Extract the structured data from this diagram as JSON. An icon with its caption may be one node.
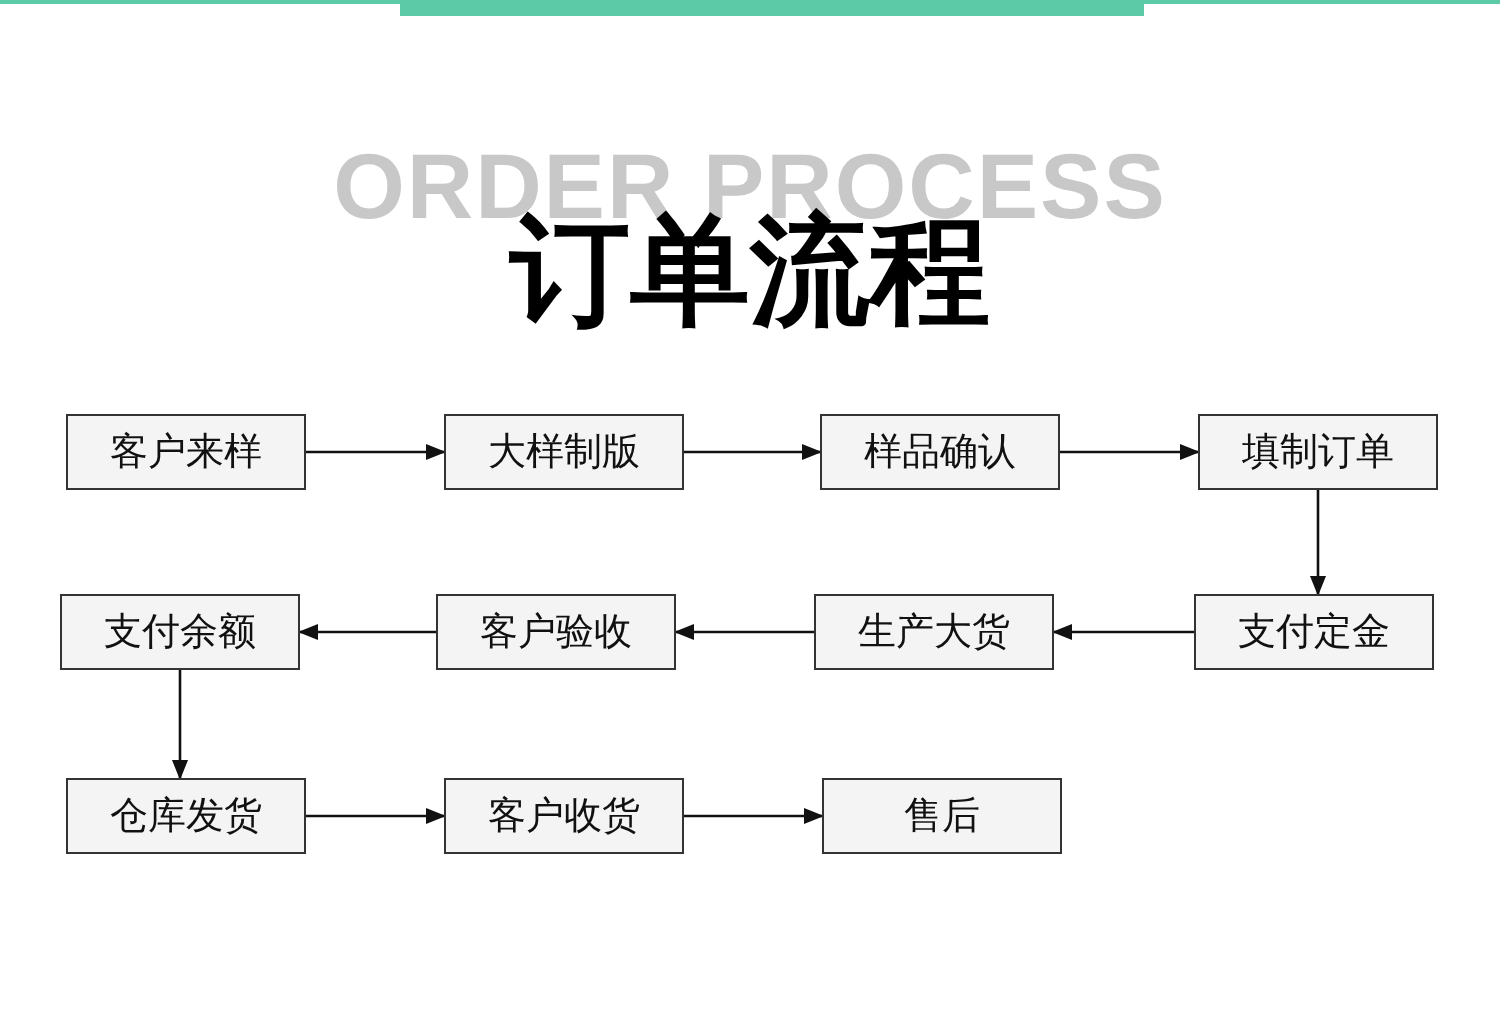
{
  "diagram": {
    "title": "订单流程",
    "nodes": [
      {
        "text": [
          "客户来样"
        ]
      },
      {
        "text": [
          "大样制版"
        ]
      },
      {
        "text": [
          "样品确认"
        ]
      },
      {
        "text": [
          "填制订单"
        ]
      },
      {
        "text": [
          "支付余额"
        ]
      },
      {
        "text": [
          "客户验收"
        ]
      },
      {
        "text": [
          "生产大货"
        ]
      },
      {
        "text": [
          "支付定金"
        ]
      },
      {
        "text": [
          "仓库发货"
        ]
      },
      {
        "text": [
          "客户收货"
        ]
      },
      {
        "text": [
          "售后"
        ]
      }
    ],
    "edges": [
      {
        "from": 0,
        "to": 1,
        "arrow": "to"
      },
      {
        "from": 1,
        "to": 2,
        "arrow": "to"
      },
      {
        "from": 2,
        "to": 3,
        "arrow": "to"
      },
      {
        "from": 3,
        "to": 7,
        "arrow": "to"
      },
      {
        "from": 7,
        "to": 6,
        "arrow": "to"
      },
      {
        "from": 6,
        "to": 5,
        "arrow": "to"
      },
      {
        "from": 5,
        "to": 4,
        "arrow": "to"
      },
      {
        "from": 4,
        "to": 8,
        "arrow": "to"
      },
      {
        "from": 8,
        "to": 9,
        "arrow": "to"
      },
      {
        "from": 9,
        "to": 10,
        "arrow": "to"
      }
    ],
    "labels": [
      "ORDER PROCESS"
    ]
  }
}
